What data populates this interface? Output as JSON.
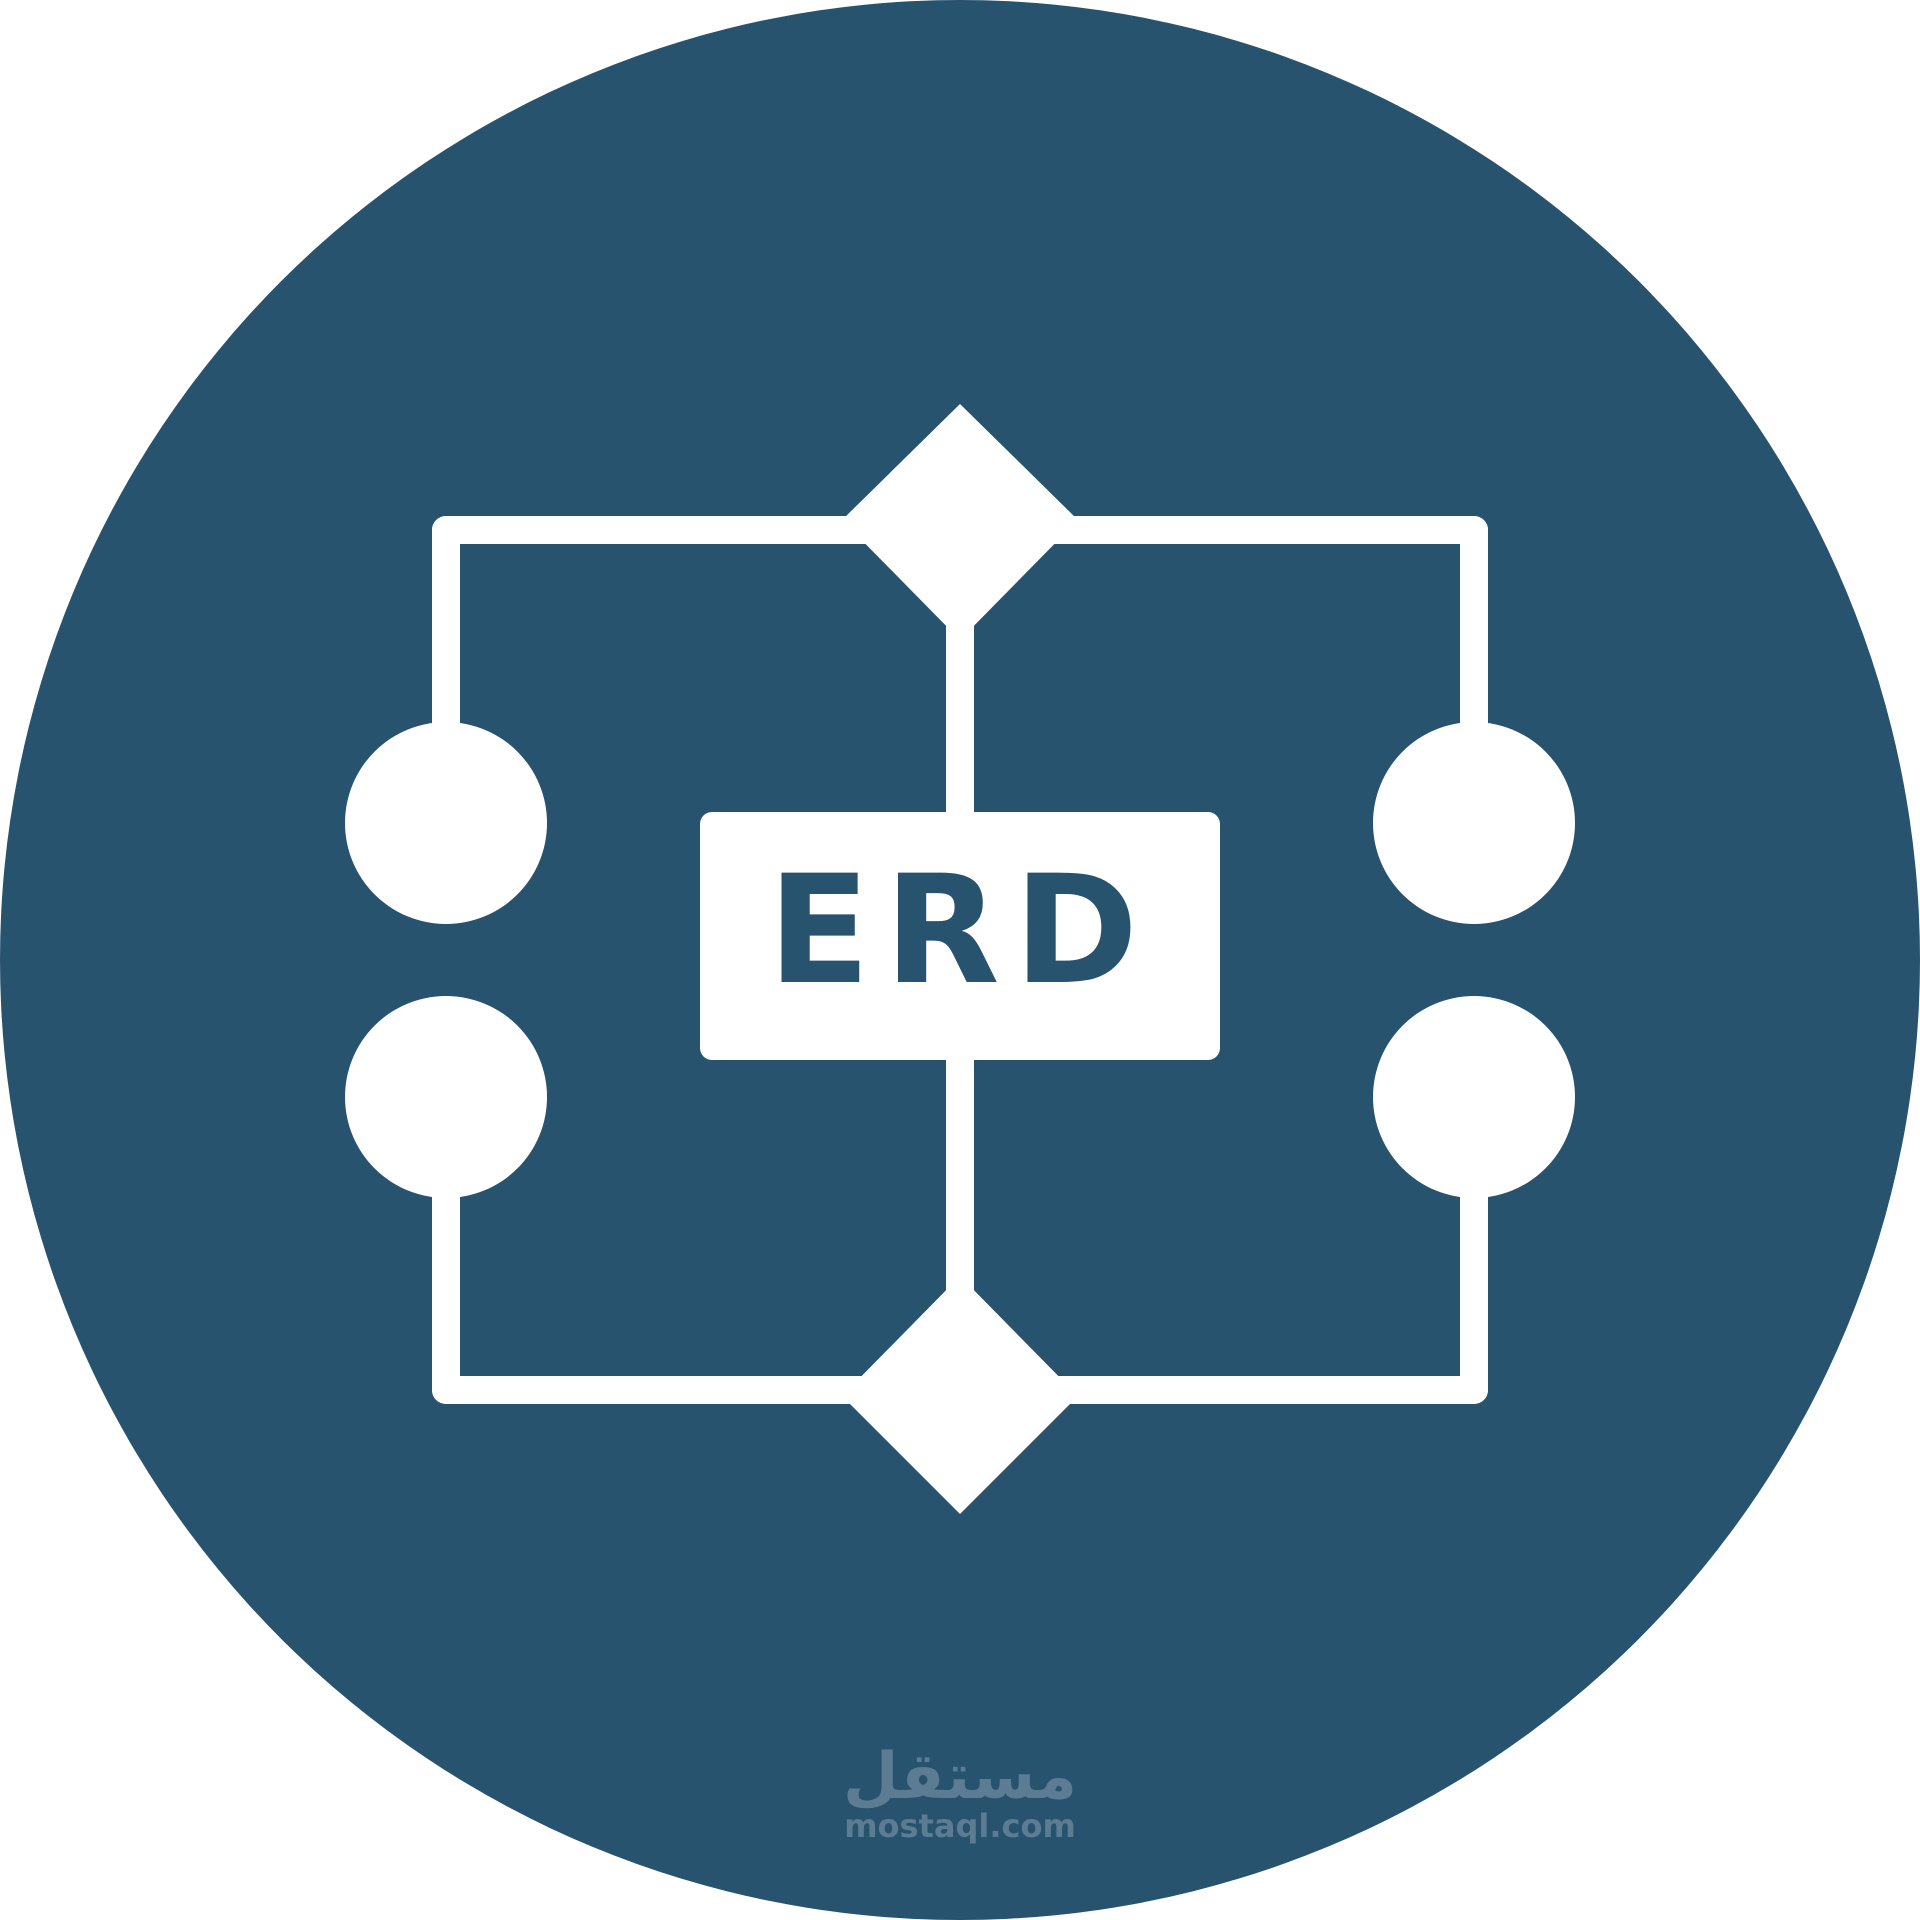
{
  "colors": {
    "background": "#ffffff",
    "circle": "#28536f",
    "foreground": "#ffffff",
    "watermark": "#6d8aa0"
  },
  "icon": {
    "name": "erd-diagram-icon",
    "label": "ERD"
  },
  "watermark": {
    "arabic": "مستقل",
    "latin": "mostaql.com"
  }
}
